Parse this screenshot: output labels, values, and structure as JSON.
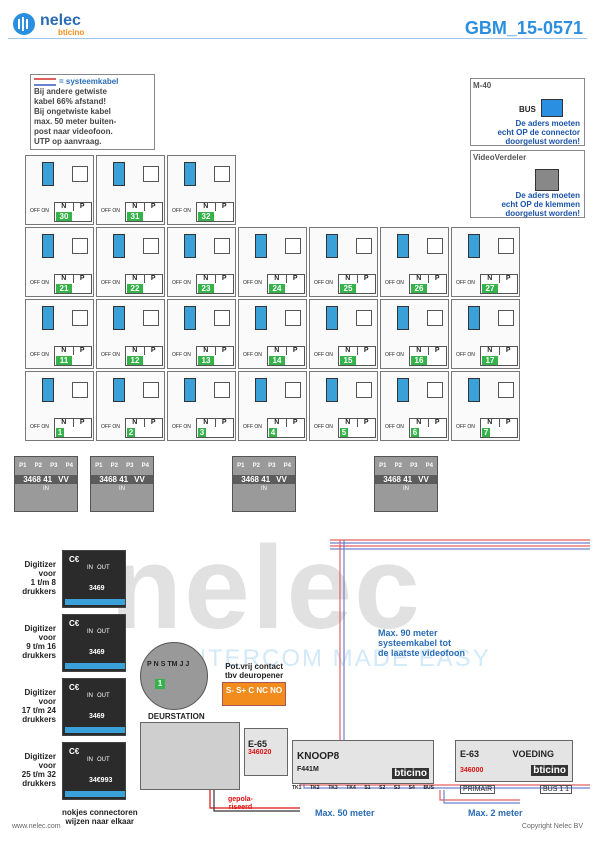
{
  "header": {
    "brand": "nelec",
    "brand_sub": "bticino",
    "doc_id": "GBM_15-0571"
  },
  "note": {
    "legend": "= systeemkabel",
    "lines": [
      "Bij andere getwiste",
      "kabel 66% afstand!",
      "Bij ongetwiste kabel",
      "max. 50 meter buiten-",
      "post naar videofoon.",
      "UTP op aanvraag."
    ]
  },
  "m40": {
    "title": "M-40",
    "bus": "BUS",
    "warn": [
      "De aders moeten",
      "echt OP de connector",
      "doorgelust worden!"
    ]
  },
  "vverdeler": {
    "title": "VideoVerdeler",
    "warn": [
      "De aders moeten",
      "echt OP de klemmen",
      "doorgelust worden!"
    ]
  },
  "phones": {
    "off_on": "OFF ON",
    "n": "N",
    "p": "P",
    "row1": [
      "30",
      "31",
      "32"
    ],
    "row2": [
      "21",
      "22",
      "23",
      "24",
      "25",
      "26",
      "27"
    ],
    "row3": [
      "11",
      "12",
      "13",
      "14",
      "15",
      "16",
      "17"
    ],
    "row4": [
      "1",
      "2",
      "3",
      "4",
      "5",
      "6",
      "7"
    ]
  },
  "distributors": {
    "ports": [
      "P1",
      "P2",
      "P3",
      "P4"
    ],
    "model": "3468 41",
    "vv": "VV",
    "in": "IN"
  },
  "digitizers": [
    {
      "label": [
        "Digitizer",
        "voor",
        "1 t/m 8",
        "drukkers"
      ],
      "code": "3469"
    },
    {
      "label": [
        "Digitizer",
        "voor",
        "9 t/m 16",
        "drukkers"
      ],
      "code": "3469"
    },
    {
      "label": [
        "Digitizer",
        "voor",
        "17 t/m 24",
        "drukkers"
      ],
      "code": "3469"
    },
    {
      "label": [
        "Digitizer",
        "voor",
        "25 t/m 32",
        "drukkers"
      ],
      "code": "34€993"
    }
  ],
  "dig_in": "IN",
  "dig_out": "OUT",
  "jumper": [
    "P",
    "N",
    "S",
    "TM",
    "J",
    "J"
  ],
  "jumper_num": "1",
  "deurstation": "DEURSTATION",
  "nokjes": [
    "nokjes connectoren",
    "wijzen naar elkaar"
  ],
  "potvrij": {
    "title": [
      "Pot.vrij contact",
      "tbv deuropener"
    ],
    "terms": "S- S+ C NC NO"
  },
  "e65": {
    "name": "E-65",
    "code": "346020"
  },
  "gepol": [
    "gepola-",
    "riseerd"
  ],
  "knoop": {
    "name": "KNOOP8",
    "code": "F441M",
    "brand": "bticino",
    "bottom": [
      "TK1",
      "TK2",
      "TK3",
      "TK4",
      "S1",
      "S2",
      "S3",
      "S4",
      "BUS"
    ]
  },
  "voeding": {
    "name": "E-63",
    "title": "VOEDING",
    "code": "346000",
    "brand": "bticino",
    "primair": "PRIMAIR",
    "bus": "BUS 1 1"
  },
  "max90": [
    "Max. 90 meter",
    "systeemkabel tot",
    "de laatste videofoon"
  ],
  "max50": "Max. 50 meter",
  "max2": "Max. 2 meter",
  "watermark": {
    "big": "nelec",
    "tag": "INTERCOM MADE EASY"
  },
  "footer": {
    "left": "www.nelec.com",
    "right": "Copyright Nelec BV"
  },
  "colors": {
    "accent": "#2a8fe0",
    "green": "#35b24a",
    "red": "#d11111",
    "orange": "#f28c1d"
  }
}
